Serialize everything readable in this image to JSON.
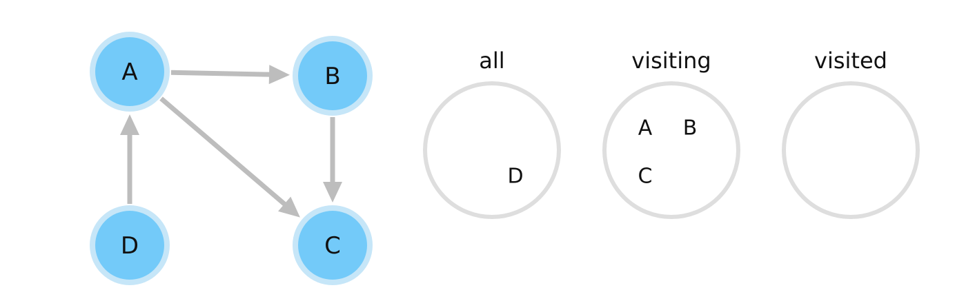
{
  "colors": {
    "node_fill": "#73caf9",
    "node_ring": "#c6e6f8",
    "edge": "#bdbdbd",
    "set_outline": "#dedede",
    "text": "#111111",
    "background": "#ffffff"
  },
  "graph": {
    "nodes": [
      {
        "id": "A",
        "label": "A"
      },
      {
        "id": "B",
        "label": "B"
      },
      {
        "id": "C",
        "label": "C"
      },
      {
        "id": "D",
        "label": "D"
      }
    ],
    "edges": [
      {
        "from": "A",
        "to": "B"
      },
      {
        "from": "A",
        "to": "C"
      },
      {
        "from": "B",
        "to": "C"
      },
      {
        "from": "D",
        "to": "A"
      }
    ]
  },
  "sets": [
    {
      "title": "all",
      "items": [
        "D"
      ]
    },
    {
      "title": "visiting",
      "items": [
        "A",
        "B",
        "C"
      ]
    },
    {
      "title": "visited",
      "items": []
    }
  ]
}
